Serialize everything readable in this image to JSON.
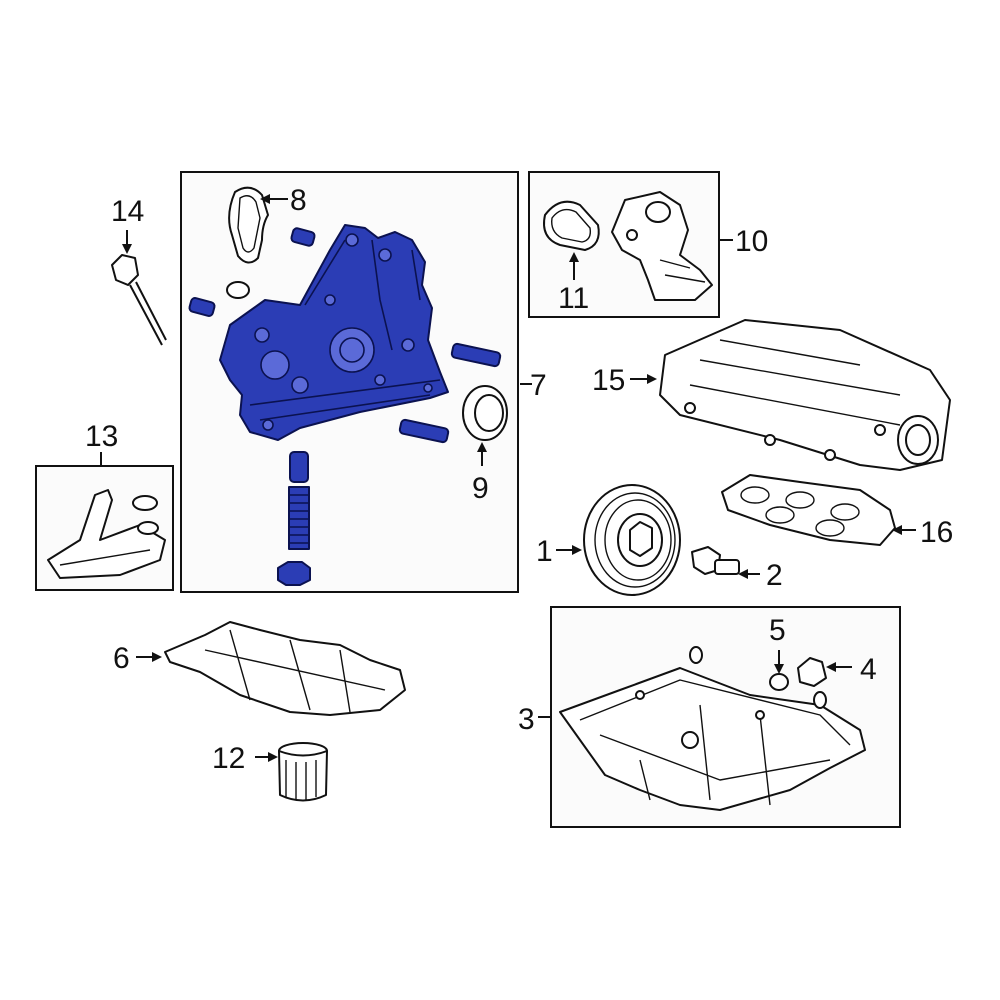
{
  "colors": {
    "highlight": "#2b3db5",
    "outline": "#111111",
    "box_fill": "#fbfbfb"
  },
  "callouts": {
    "c1": "1",
    "c2": "2",
    "c3": "3",
    "c4": "4",
    "c5": "5",
    "c6": "6",
    "c7": "7",
    "c8": "8",
    "c9": "9",
    "c10": "10",
    "c11": "11",
    "c12": "12",
    "c13": "13",
    "c14": "14",
    "c15": "15",
    "c16": "16"
  },
  "highlighted_part": "7"
}
